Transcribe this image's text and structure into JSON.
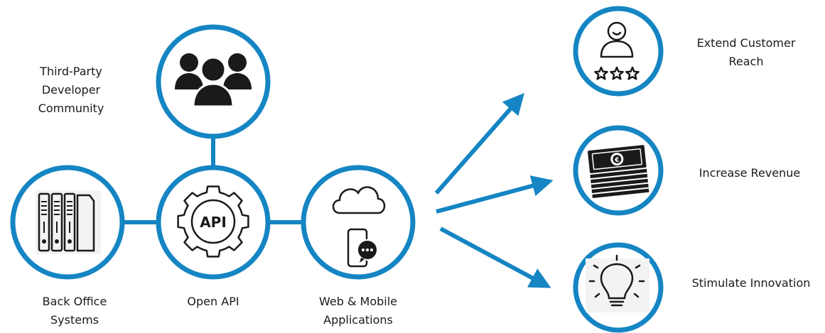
{
  "nodes": {
    "community": {
      "label_lines": [
        "Third-Party",
        "Developer",
        "Community"
      ],
      "icon": "users-group-icon"
    },
    "back_office": {
      "label_lines": [
        "Back Office",
        "Systems"
      ],
      "icon": "server-rack-icon"
    },
    "open_api": {
      "label_lines": [
        "Open API"
      ],
      "icon": "api-gear-icon",
      "icon_text": "API"
    },
    "web_mobile": {
      "label_lines": [
        "Web & Mobile",
        "Applications"
      ],
      "icon": "cloud-phone-chat-icon"
    }
  },
  "outcomes": {
    "reach": {
      "label_lines": [
        "Extend Customer",
        "Reach"
      ],
      "icon": "customer-rating-icon"
    },
    "revenue": {
      "label_lines": [
        "Increase Revenue"
      ],
      "icon": "money-stack-icon"
    },
    "innovation": {
      "label_lines": [
        "Stimulate Innovation"
      ],
      "icon": "lightbulb-icon"
    }
  },
  "colors": {
    "accent": "#1585c3",
    "ink": "#1a1a1a",
    "background": "#ffffff"
  }
}
